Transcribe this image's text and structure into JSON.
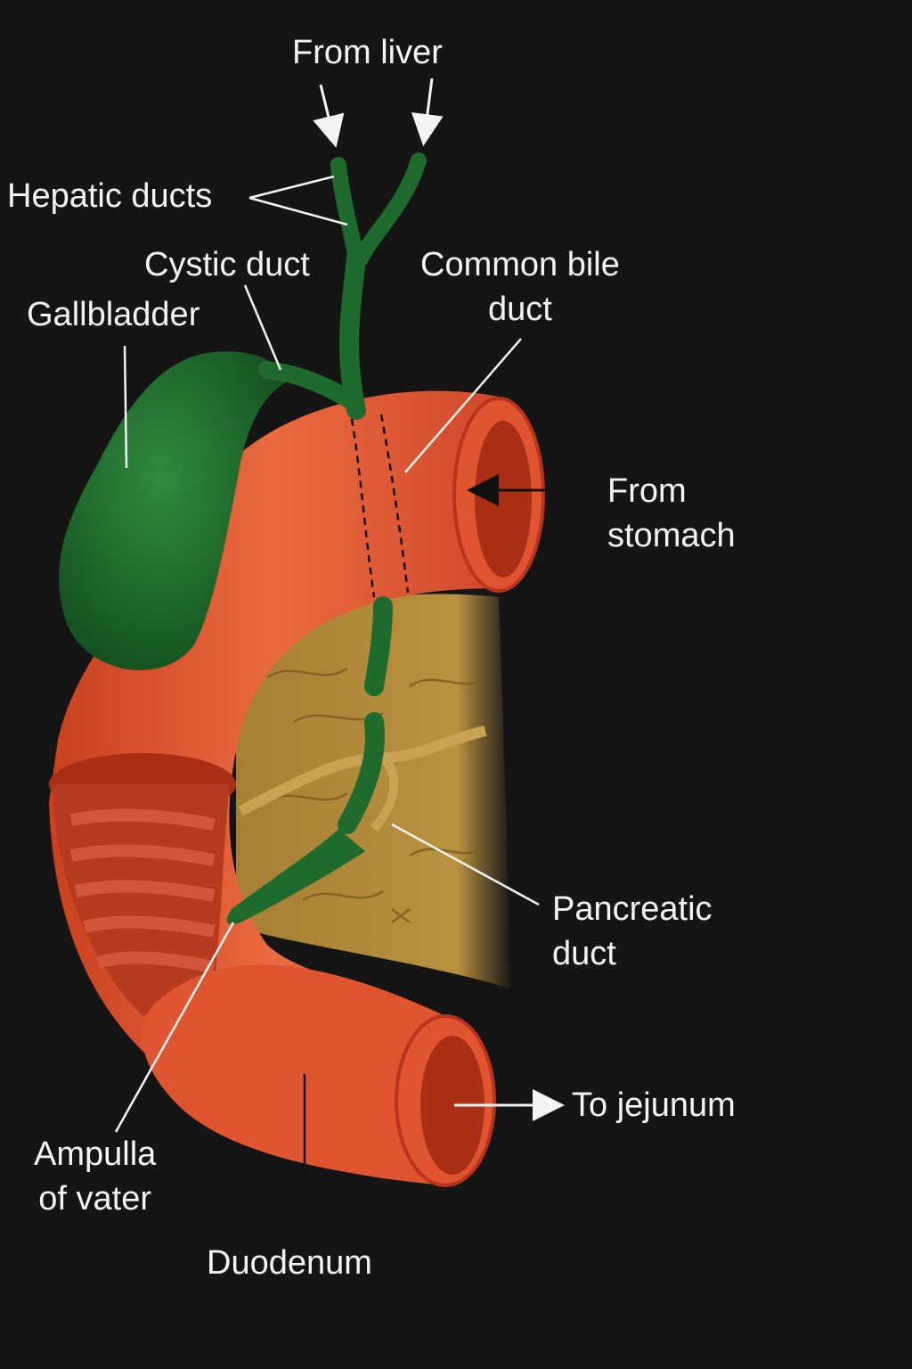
{
  "labels": {
    "from_liver": "From liver",
    "hepatic_ducts": "Hepatic ducts",
    "cystic_duct": "Cystic duct",
    "gallbladder": "Gallbladder",
    "common_bile_duct": [
      "Common bile",
      "duct"
    ],
    "from_stomach": [
      "From",
      "stomach"
    ],
    "pancreatic_duct": [
      "Pancreatic",
      "duct"
    ],
    "to_jejunum": "To jejunum",
    "ampulla_of_vater": [
      "Ampulla",
      "of vater"
    ],
    "duodenum": "Duodenum"
  },
  "colors": {
    "background": "#151515",
    "duodenum": "#e0552f",
    "duodenum_inner": "#b8341c",
    "bile_ducts": "#1f6b2e",
    "pancreas": "#b08a3a",
    "label_text": "#f4f4f4"
  }
}
